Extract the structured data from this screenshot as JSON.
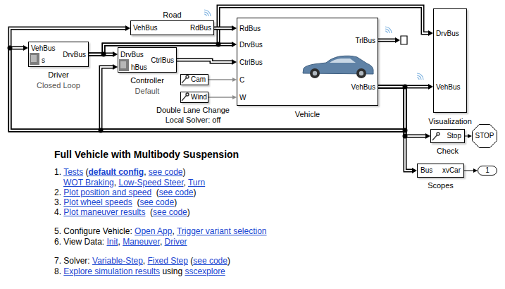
{
  "diagram": {
    "title": "Full Vehicle with Multibody Suspension",
    "nodes": [
      {
        "text": [
          "Road",
          "VehBus",
          "RdBus"
        ]
      },
      {
        "text": [
          "VehBus",
          "s",
          "DrvBus",
          "Driver",
          "Closed Loop"
        ]
      },
      {
        "text": [
          "DrvBus",
          "hBus",
          "CtrlBus",
          "Controller",
          "Default"
        ]
      },
      {
        "text": [
          "Cam"
        ]
      },
      {
        "text": [
          "Wind"
        ]
      },
      {
        "text": [
          "RdBus",
          "DrvBus",
          "CtrlBus",
          "C",
          "W",
          "TrlBus",
          "VehBus",
          "Vehicle"
        ]
      },
      {
        "text": [
          "DrvBus",
          "VehBus",
          "Visualization"
        ]
      },
      {
        "text": [
          "Stop",
          "Check"
        ]
      },
      {
        "text": [
          "STOP"
        ]
      },
      {
        "text": [
          "Bus",
          "xvCar",
          "Scopes"
        ]
      },
      {
        "text": [
          "1"
        ]
      }
    ],
    "edges": [
      {
        "from": 1,
        "to": 2,
        "arrow": "to"
      },
      {
        "from": 1,
        "to": 5,
        "arrow": "to"
      },
      {
        "from": 1,
        "to": 6,
        "arrow": "to"
      },
      {
        "from": 2,
        "to": 5,
        "arrow": "to"
      },
      {
        "from": 0,
        "to": 5,
        "arrow": "to"
      },
      {
        "from": 3,
        "to": 5,
        "arrow": "to"
      },
      {
        "from": 4,
        "to": 5,
        "arrow": "to"
      },
      {
        "from": 5,
        "to": 6,
        "arrow": "to"
      },
      {
        "from": 5,
        "to": 7,
        "arrow": "to"
      },
      {
        "from": 5,
        "to": 9,
        "arrow": "to"
      },
      {
        "from": 5,
        "to": 1,
        "arrow": "to"
      },
      {
        "from": 5,
        "to": 2,
        "arrow": "to"
      },
      {
        "from": 5,
        "to": 0,
        "arrow": "to"
      },
      {
        "from": 7,
        "to": 8,
        "arrow": "to"
      },
      {
        "from": 9,
        "to": 10,
        "arrow": "to"
      }
    ],
    "labels": [
      "Double Lane Change",
      "Local Solver: off",
      "1. ",
      "Tests",
      " (",
      "default config",
      ", ",
      "see code",
      ")",
      "WOT Braking",
      ", ",
      "Low-Speed Steer",
      ", ",
      "Turn",
      "2. ",
      "Plot position and speed",
      "  (",
      "see code",
      ")",
      "3. ",
      "Plot wheel speeds",
      "  (",
      "see code",
      ")",
      "4. ",
      "Plot maneuver results",
      "  (",
      "see code",
      ")",
      "5. Configure Vehicle: ",
      "Open App",
      ", ",
      "Trigger variant selection",
      "6. View Data: ",
      "Init",
      ", ",
      "Maneuver",
      ", ",
      "Driver",
      "7. Solver: ",
      "Variable-Step",
      ", ",
      "Fixed Step",
      " (",
      "see code",
      ")",
      "8. ",
      "Explore simulation results",
      " using ",
      "sscexplore"
    ]
  }
}
